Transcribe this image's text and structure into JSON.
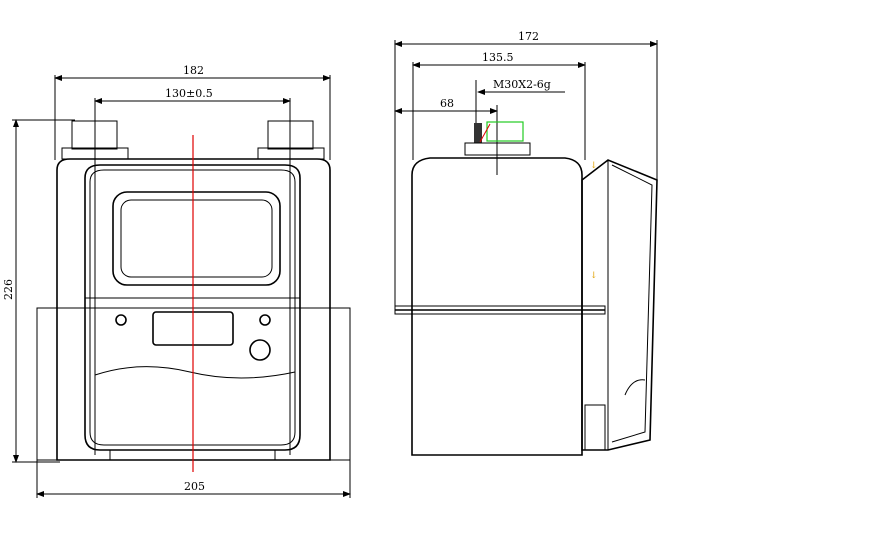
{
  "front_view": {
    "dimensions": {
      "width_top": "182",
      "inlet_spacing": "130±0.5",
      "height": "226",
      "width_base": "205"
    }
  },
  "side_view": {
    "dimensions": {
      "depth_total": "172",
      "depth_body": "135.5",
      "thread": "M30X2-6g",
      "inlet_offset": "68"
    }
  },
  "colors": {
    "centerline": "#e00000",
    "connector": "#22cc22"
  }
}
